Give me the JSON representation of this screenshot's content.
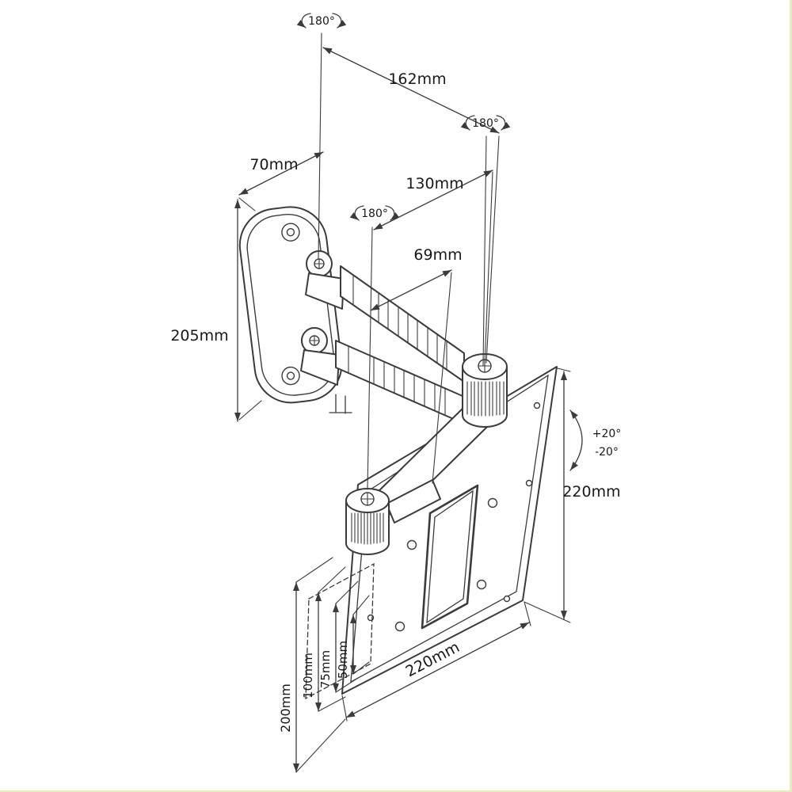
{
  "page": {
    "background": "#ffffff",
    "edge_tint": "#eaeabf"
  },
  "diagram": {
    "type": "technical-drawing",
    "subject": "Articulating TV wall-mount arm — dimensioned line drawing",
    "line_color": "#3b3b3b",
    "labels": {
      "rotation_range": "180°",
      "arm_reach": "162mm",
      "arm_segment": "130mm",
      "plate_offset": "69mm",
      "wall_plate_width": "70mm",
      "wall_plate_height": "205mm",
      "tilt_up": "+20°",
      "tilt_down": "-20°",
      "plate_height": "220mm",
      "plate_width": "220mm",
      "vesa_200": "200mm",
      "vesa_100": "100mm",
      "vesa_75": "75mm",
      "vesa_50": "50mm"
    }
  }
}
